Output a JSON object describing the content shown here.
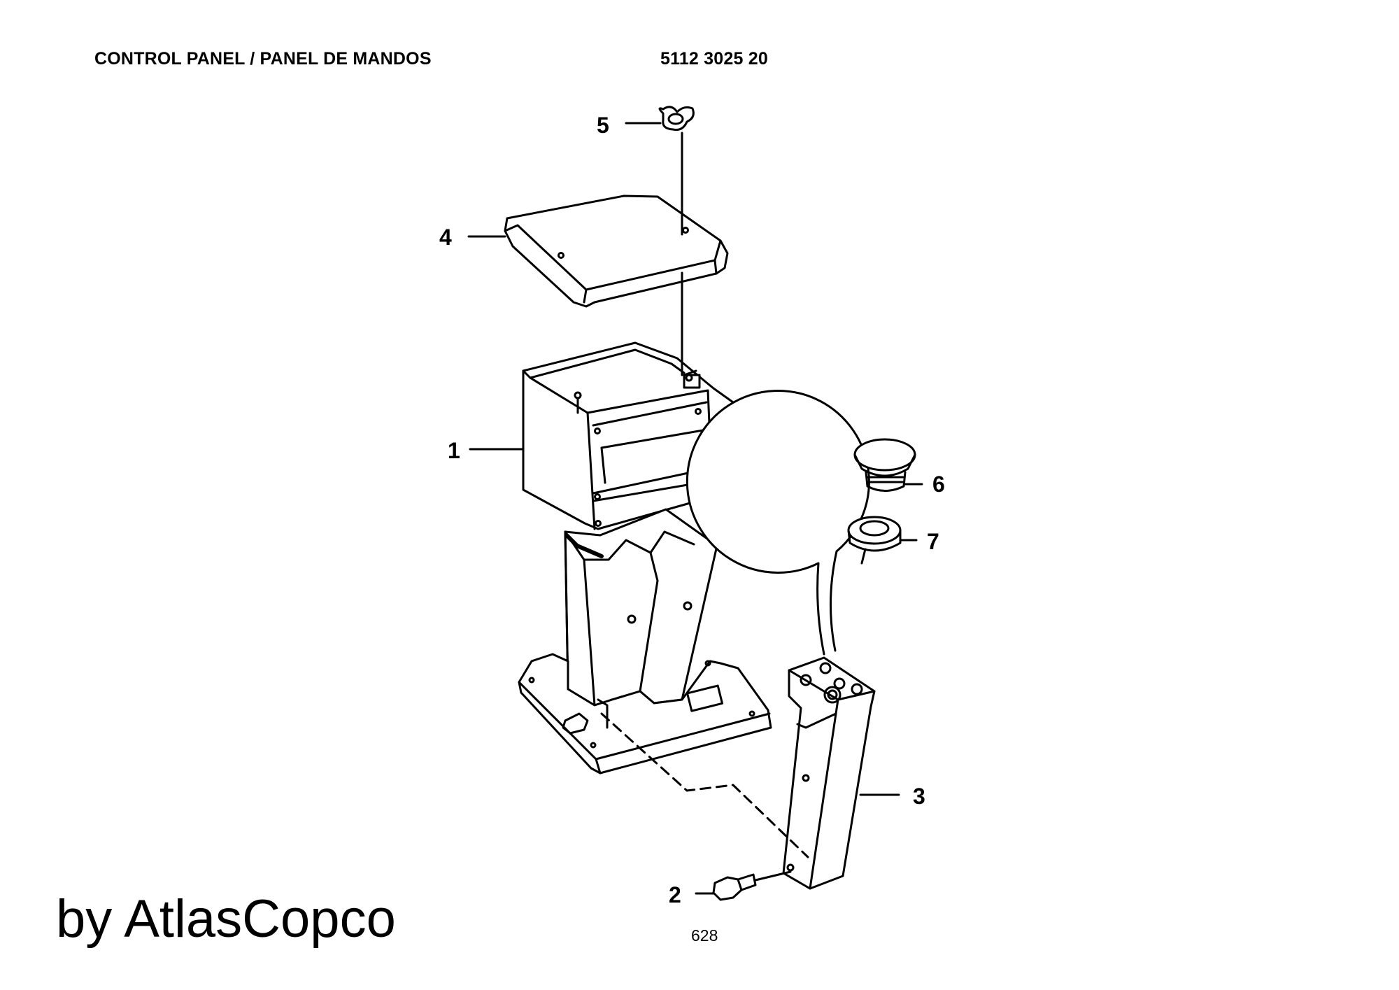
{
  "header": {
    "title": "CONTROL PANEL / PANEL DE MANDOS",
    "part_number": "5112 3025 20"
  },
  "callouts": [
    "1",
    "2",
    "3",
    "4",
    "5",
    "6",
    "7"
  ],
  "footer": {
    "brand": "by AtlasCopco",
    "page_number": "628"
  }
}
